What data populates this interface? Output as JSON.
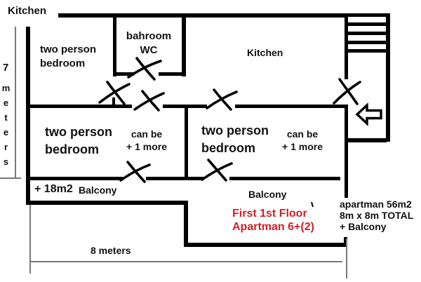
{
  "floorplan": {
    "outside_kitchen_label": "Kitchen",
    "dim_height": {
      "number": "7",
      "unit": "meters"
    },
    "dim_width_label": "8 meters",
    "rooms": {
      "bedroom_top_left": {
        "line1": "two person",
        "line2": "bedroom"
      },
      "bathroom": {
        "line1": "bahroom",
        "line2": "WC"
      },
      "kitchen": {
        "label": "Kitchen"
      },
      "bedroom_bottom_left": {
        "line1": "two person",
        "line2": "bedroom",
        "extra_line1": "can be",
        "extra_line2": "+ 1 more"
      },
      "bedroom_bottom_right": {
        "line1": "two person",
        "line2": "bedroom",
        "extra_line1": "can be",
        "extra_line2": "+ 1 more"
      },
      "balcony_left": {
        "area": "+ 18m2",
        "label": "Balcony"
      },
      "balcony_right": {
        "label": "Balcony"
      }
    },
    "notes": {
      "floor_title": {
        "line1": "First 1st Floor",
        "line2": "Apartman 6+(2)",
        "color": "#cb2227"
      },
      "summary": {
        "line1": "apartman 56m2",
        "line2": "8m x 8m TOTAL",
        "line3": "+ Balcony"
      }
    },
    "icons": {
      "door_swing": "door-swing-icon",
      "entry_arrow": "arrow-left-icon",
      "stairs": "stairs-icon"
    },
    "colors": {
      "wall": "#000000",
      "dimension_line": "#787878",
      "accent_red": "#cb2227"
    }
  }
}
